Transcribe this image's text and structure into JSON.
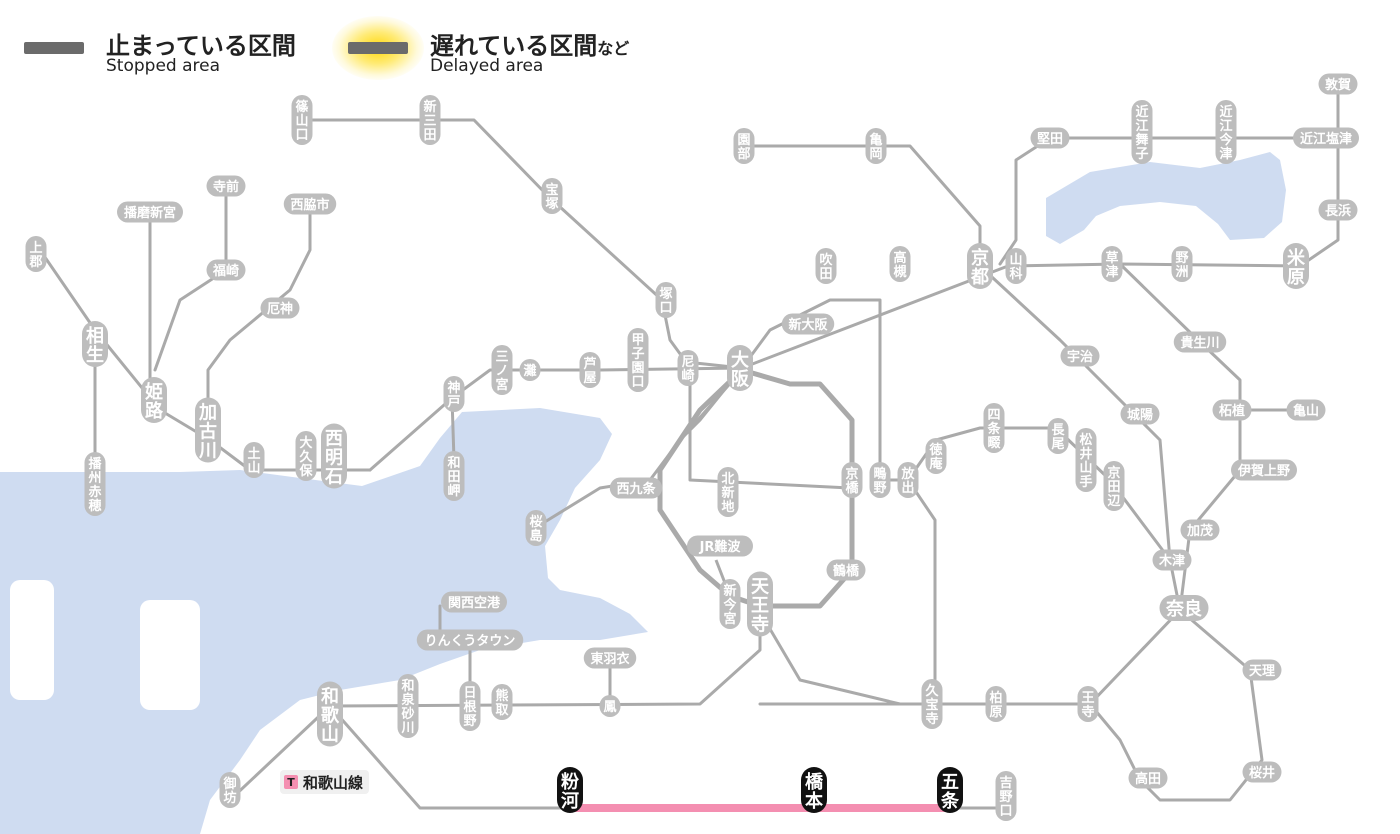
{
  "legend": {
    "stopped": {
      "jp": "止まっている区間",
      "en": "Stopped area"
    },
    "delayed": {
      "jp": "遅れている区間",
      "suffix": "など",
      "en": "Delayed area"
    }
  },
  "line_tag": {
    "badge": "T",
    "name": "和歌山線"
  },
  "colors": {
    "line": "#aaaaaa",
    "station": "#bdbdbd",
    "station_text": "#ffffff",
    "water": "#cfdcf1",
    "affected_station": "#111111",
    "affected_line": "#f48fb1"
  },
  "stations": [
    {
      "id": "sasayamaguchi",
      "name": "篠山口"
    },
    {
      "id": "shinsanda",
      "name": "新三田"
    },
    {
      "id": "takarazuka",
      "name": "宝塚"
    },
    {
      "id": "tsukaguchi",
      "name": "塚口"
    },
    {
      "id": "amagasaki",
      "name": "尼崎"
    },
    {
      "id": "osaka",
      "name": "大阪"
    },
    {
      "id": "shinosaka",
      "name": "新大阪"
    },
    {
      "id": "suita",
      "name": "吹田"
    },
    {
      "id": "takatsuki",
      "name": "高槻"
    },
    {
      "id": "kyoto",
      "name": "京都"
    },
    {
      "id": "sonobe",
      "name": "園部"
    },
    {
      "id": "kameoka",
      "name": "亀岡"
    },
    {
      "id": "katata",
      "name": "堅田"
    },
    {
      "id": "omimaiko",
      "name": "近江舞子"
    },
    {
      "id": "omiimazu",
      "name": "近江今津"
    },
    {
      "id": "tsuruga",
      "name": "敦賀"
    },
    {
      "id": "omishiotsu",
      "name": "近江塩津"
    },
    {
      "id": "nagahama",
      "name": "長浜"
    },
    {
      "id": "maibara",
      "name": "米原"
    },
    {
      "id": "yasu",
      "name": "野洲"
    },
    {
      "id": "kusatsu",
      "name": "草津"
    },
    {
      "id": "yamashina",
      "name": "山科"
    },
    {
      "id": "kibukawa",
      "name": "貴生川"
    },
    {
      "id": "tsuge",
      "name": "柘植"
    },
    {
      "id": "kameyama",
      "name": "亀山"
    },
    {
      "id": "igaueno",
      "name": "伊賀上野"
    },
    {
      "id": "kamo",
      "name": "加茂"
    },
    {
      "id": "kizu",
      "name": "木津"
    },
    {
      "id": "nara",
      "name": "奈良"
    },
    {
      "id": "tenri",
      "name": "天理"
    },
    {
      "id": "sakurai",
      "name": "桜井"
    },
    {
      "id": "takada",
      "name": "高田"
    },
    {
      "id": "oji",
      "name": "王寺"
    },
    {
      "id": "kashiwara",
      "name": "柏原"
    },
    {
      "id": "kyuhoji",
      "name": "久宝寺"
    },
    {
      "id": "uji",
      "name": "宇治"
    },
    {
      "id": "joyo",
      "name": "城陽"
    },
    {
      "id": "matsuiyamate",
      "name": "松井山手"
    },
    {
      "id": "kyotanabe",
      "name": "京田辺"
    },
    {
      "id": "nagao",
      "name": "長尾"
    },
    {
      "id": "shijonawate",
      "name": "四条畷"
    },
    {
      "id": "tokuan",
      "name": "徳庵"
    },
    {
      "id": "hanaten",
      "name": "放出"
    },
    {
      "id": "shigino",
      "name": "鴫野"
    },
    {
      "id": "kyobashi",
      "name": "京橋"
    },
    {
      "id": "tsuruhashi",
      "name": "鶴橋"
    },
    {
      "id": "tennoji",
      "name": "天王寺"
    },
    {
      "id": "shinimamiya",
      "name": "新今宮"
    },
    {
      "id": "jrnamba",
      "name": "JR難波"
    },
    {
      "id": "kitashinchi",
      "name": "北新地"
    },
    {
      "id": "nishikujo",
      "name": "西九条"
    },
    {
      "id": "sakurajima",
      "name": "桜島"
    },
    {
      "id": "ashiya",
      "name": "芦屋"
    },
    {
      "id": "koshienguchi",
      "name": "甲子園口"
    },
    {
      "id": "nada",
      "name": "灘"
    },
    {
      "id": "sannomiya",
      "name": "三ノ宮"
    },
    {
      "id": "kobe",
      "name": "神戸"
    },
    {
      "id": "wadamisaki",
      "name": "和田岬"
    },
    {
      "id": "nishiakashi",
      "name": "西明石"
    },
    {
      "id": "okubo",
      "name": "大久保"
    },
    {
      "id": "doyama",
      "name": "土山"
    },
    {
      "id": "kakogawa",
      "name": "加古川"
    },
    {
      "id": "yashiro",
      "name": "厄神"
    },
    {
      "id": "nishiwakishi",
      "name": "西脇市"
    },
    {
      "id": "fukusaki",
      "name": "福崎"
    },
    {
      "id": "teramae",
      "name": "寺前"
    },
    {
      "id": "harimashingu",
      "name": "播磨新宮"
    },
    {
      "id": "himeji",
      "name": "姫路"
    },
    {
      "id": "aioi",
      "name": "相生"
    },
    {
      "id": "kamigori",
      "name": "上郡"
    },
    {
      "id": "banshuako",
      "name": "播州赤穂"
    },
    {
      "id": "kansaiairport",
      "name": "関西空港"
    },
    {
      "id": "rinkutown",
      "name": "りんくうタウン"
    },
    {
      "id": "hineno",
      "name": "日根野"
    },
    {
      "id": "kumatori",
      "name": "熊取"
    },
    {
      "id": "izumisunagawa",
      "name": "和泉砂川"
    },
    {
      "id": "wakayama",
      "name": "和歌山"
    },
    {
      "id": "gobo",
      "name": "御坊"
    },
    {
      "id": "higashihagoromo",
      "name": "東羽衣"
    },
    {
      "id": "otori",
      "name": "鳳"
    },
    {
      "id": "konakawa",
      "name": "粉河"
    },
    {
      "id": "hashimoto",
      "name": "橋本"
    },
    {
      "id": "gojo",
      "name": "五条"
    },
    {
      "id": "yoshinoguchi",
      "name": "吉野口"
    }
  ]
}
